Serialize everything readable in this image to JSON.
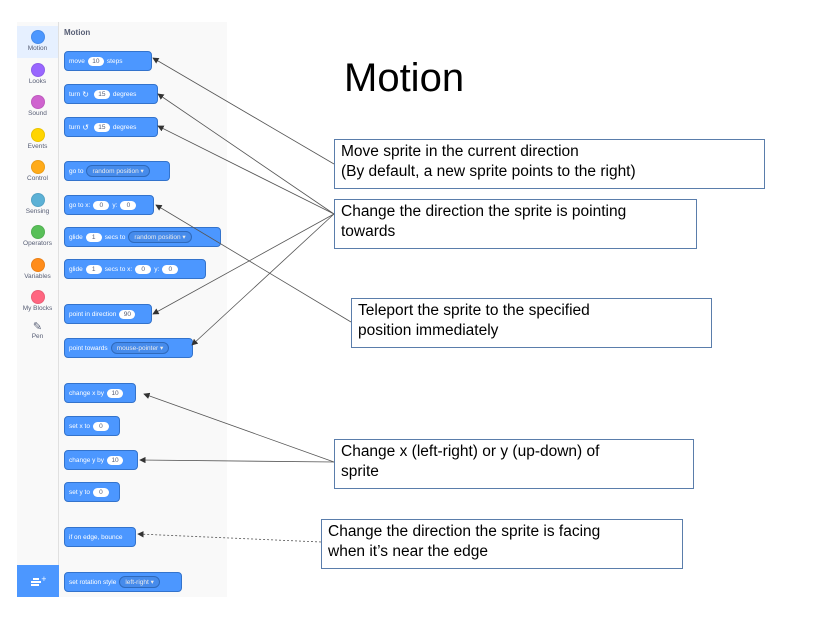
{
  "categories": [
    {
      "label": "Motion",
      "color": "#4c97ff",
      "active": true
    },
    {
      "label": "Looks",
      "color": "#9966ff"
    },
    {
      "label": "Sound",
      "color": "#cf63cf"
    },
    {
      "label": "Events",
      "color": "#ffd500"
    },
    {
      "label": "Control",
      "color": "#ffab19"
    },
    {
      "label": "Sensing",
      "color": "#5cb1d6"
    },
    {
      "label": "Operators",
      "color": "#59c059"
    },
    {
      "label": "Variables",
      "color": "#ff8c1a"
    },
    {
      "label": "My Blocks",
      "color": "#ff6680"
    },
    {
      "label": "Pen",
      "icon": "pen-icon"
    }
  ],
  "palette": {
    "title": "Motion",
    "move": {
      "a": "move",
      "v": "10",
      "b": "steps"
    },
    "turn_right": {
      "a": "turn",
      "icon": "rotate-right-icon",
      "v": "15",
      "b": "degrees"
    },
    "turn_left": {
      "a": "turn",
      "icon": "rotate-left-icon",
      "v": "15",
      "b": "degrees"
    },
    "go_to": {
      "a": "go to",
      "dd": "random position"
    },
    "go_to_xy": {
      "a": "go to x:",
      "x": "0",
      "b": "y:",
      "y": "0"
    },
    "glide_to": {
      "a": "glide",
      "v": "1",
      "b": "secs to",
      "dd": "random position"
    },
    "glide_xy": {
      "a": "glide",
      "v": "1",
      "b": "secs to x:",
      "x": "0",
      "c": "y:",
      "y": "0"
    },
    "point_dir": {
      "a": "point in direction",
      "v": "90"
    },
    "point_towards": {
      "a": "point towards",
      "dd": "mouse-pointer"
    },
    "change_x": {
      "a": "change x by",
      "v": "10"
    },
    "set_x": {
      "a": "set x to",
      "v": "0"
    },
    "change_y": {
      "a": "change y by",
      "v": "10"
    },
    "set_y": {
      "a": "set y to",
      "v": "0"
    },
    "bounce": {
      "a": "if on edge, bounce"
    },
    "rotation": {
      "a": "set rotation style",
      "dd": "left-right"
    }
  },
  "title": "Motion",
  "notes": {
    "move": [
      "Move sprite in the current direction",
      "(By default, a new sprite points to the right)"
    ],
    "direction": [
      "Change the direction the sprite is pointing",
      "towards"
    ],
    "teleport": [
      "Teleport the sprite to the specified",
      "position immediately"
    ],
    "change_xy": [
      "Change x (left-right) or y (up-down) of",
      "sprite"
    ],
    "edge": [
      "Change the direction the sprite is facing",
      "when it’s near the edge"
    ]
  }
}
